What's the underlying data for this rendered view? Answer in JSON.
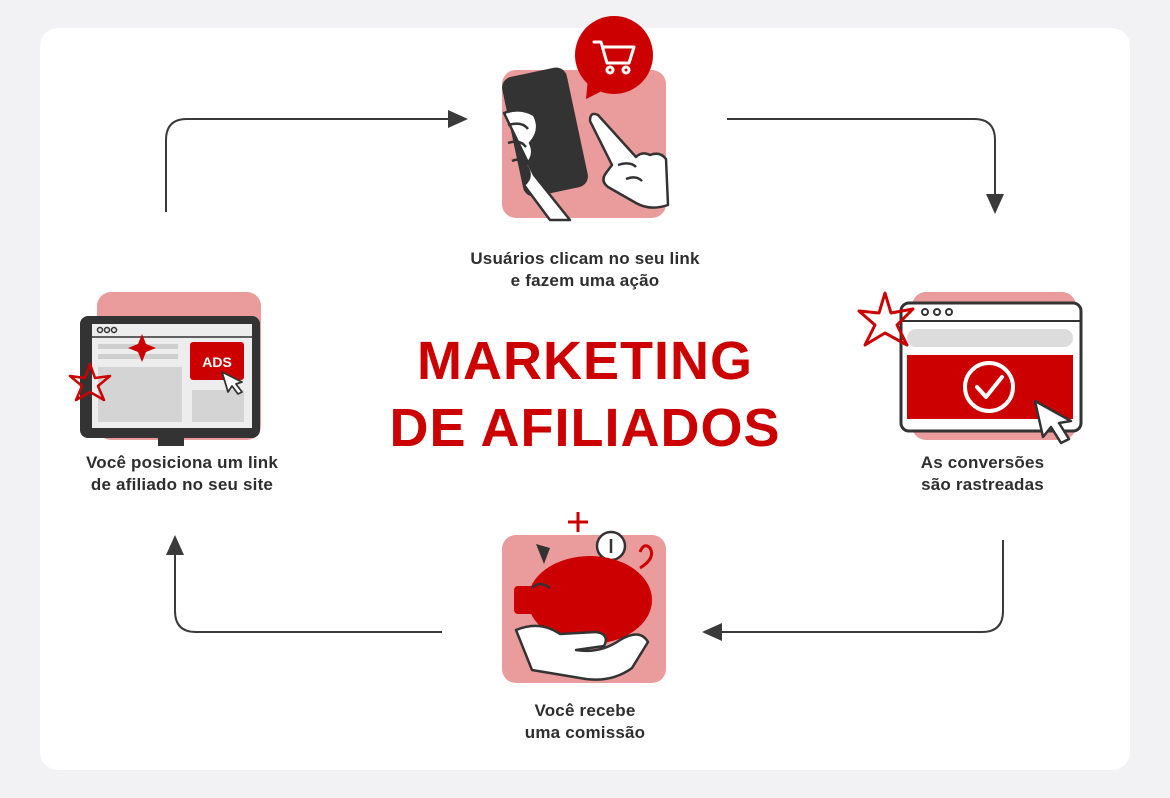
{
  "title": {
    "line1": "MARKETING",
    "line2": "DE AFILIADOS"
  },
  "steps": [
    {
      "id": "click",
      "line1": "Usuários clicam no seu link",
      "line2": "e fazem uma ação"
    },
    {
      "id": "tracked",
      "line1": "As conversões",
      "line2": "são rastreadas"
    },
    {
      "id": "commission",
      "line1": "Você recebe",
      "line2": "uma comissão"
    },
    {
      "id": "place",
      "line1": "Você posiciona um link",
      "line2": "de afiliado no seu site"
    }
  ],
  "ads_label": "ADS",
  "colors": {
    "red": "#cc0000",
    "pink": "#ea9b9b",
    "dark": "#333333",
    "text": "#2e2e2e"
  }
}
